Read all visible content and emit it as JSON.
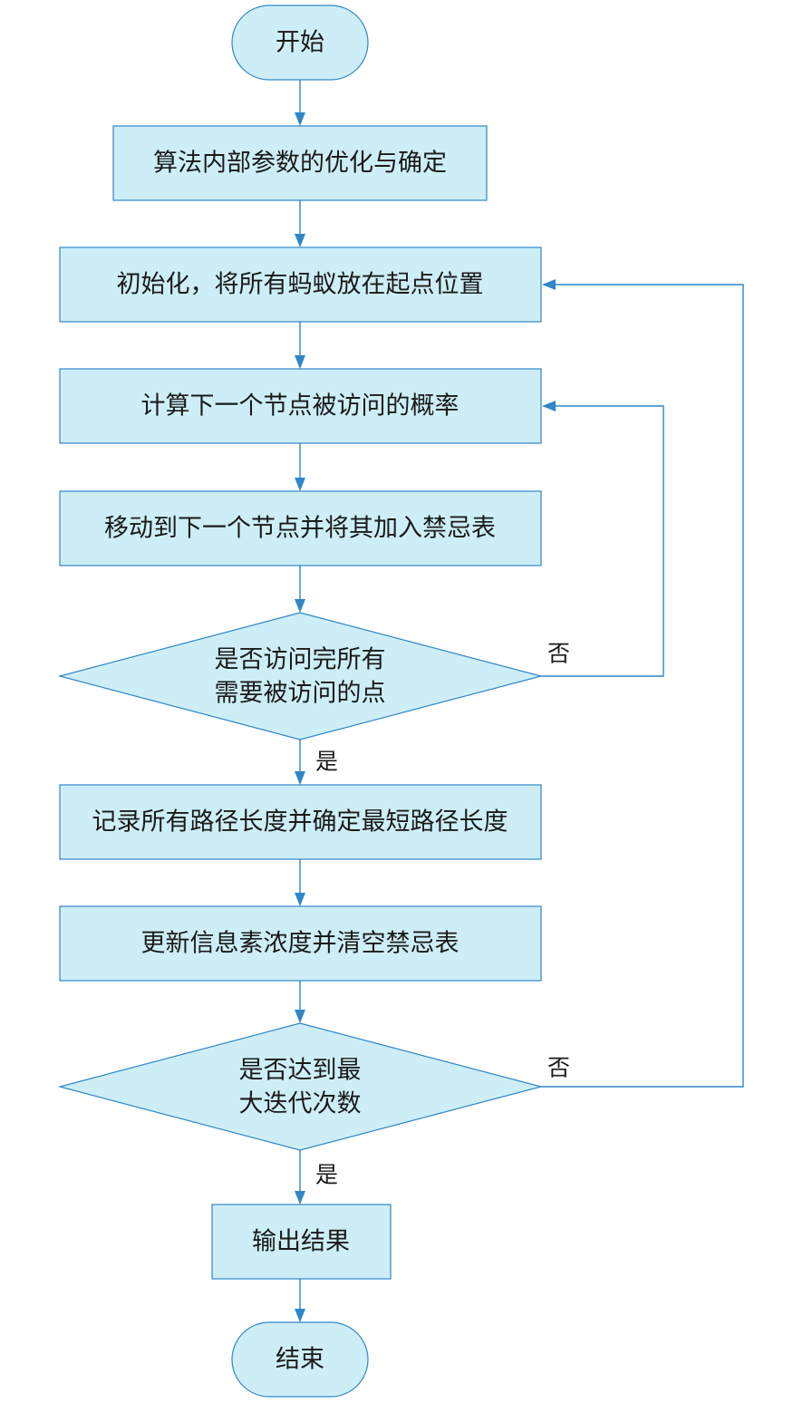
{
  "diagram": {
    "nodes": {
      "start": "开始",
      "optimize_params": "算法内部参数的优化与确定",
      "init": "初始化，将所有蚂蚁放在起点位置",
      "calc_prob": "计算下一个节点被访问的概率",
      "move_next": "移动到下一个节点并将其加入禁忌表",
      "decision_visited": [
        "是否访问完所有",
        "需要被访问的点"
      ],
      "record_paths": "记录所有路径长度并确定最短路径长度",
      "update_pheromone": "更新信息素浓度并清空禁忌表",
      "decision_max_iter": [
        "是否达到最",
        "大迭代次数"
      ],
      "output": "输出结果",
      "end": "结束"
    },
    "edge_labels": {
      "visited_no": "否",
      "visited_yes": "是",
      "max_iter_no": "否",
      "max_iter_yes": "是"
    },
    "colors": {
      "fill": "#cdeef7",
      "stroke": "#2f86c8",
      "text": "#1a1a1a"
    }
  }
}
